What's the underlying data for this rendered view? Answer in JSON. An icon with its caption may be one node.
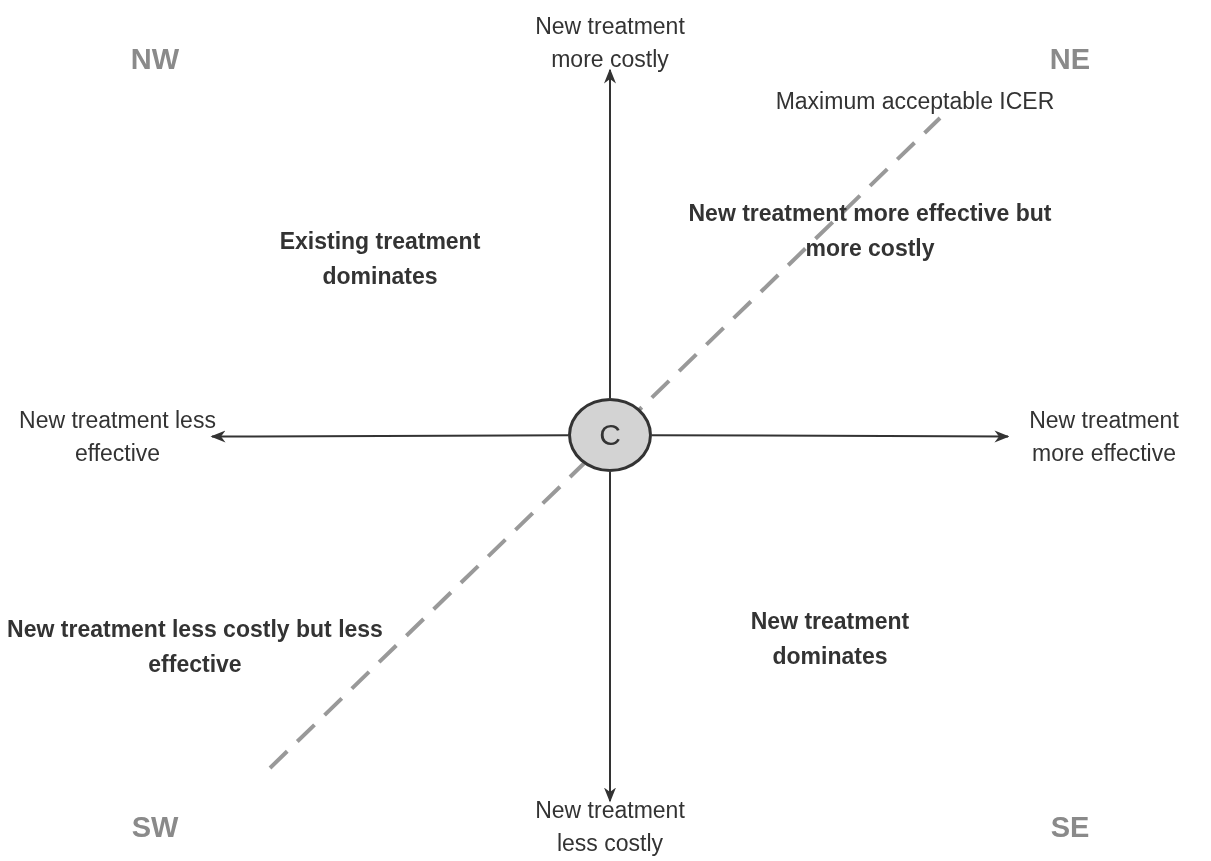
{
  "diagram": {
    "nodes": [
      {
        "text": [
          "C"
        ]
      },
      {
        "text": [
          "New treatment more costly"
        ]
      },
      {
        "text": [
          "New treatment less effective"
        ]
      },
      {
        "text": [
          "New treatment more effective"
        ]
      },
      {
        "text": [
          "New treatment less costly"
        ]
      }
    ],
    "edges": [
      {
        "from": 0,
        "to": 1,
        "arrow": "to"
      },
      {
        "from": 0,
        "to": 2,
        "arrow": "to"
      },
      {
        "from": 0,
        "to": 3,
        "arrow": "to"
      },
      {
        "from": 0,
        "to": 4,
        "arrow": "to"
      }
    ],
    "labels": [
      "NW",
      "NE",
      "Maximum acceptable ICER",
      "Existing treatment dominates",
      "New treatment more effective but more costly",
      "New treatment less costly but less effective",
      "New treatment dominates",
      "SW",
      "SE"
    ]
  }
}
